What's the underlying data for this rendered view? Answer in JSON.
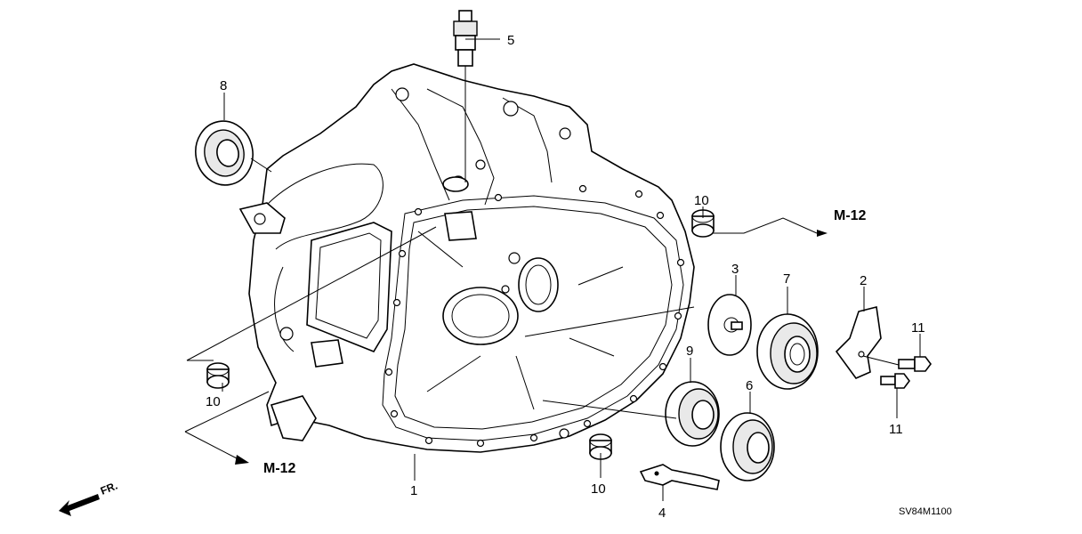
{
  "callouts": {
    "c1": "1",
    "c2": "2",
    "c3": "3",
    "c4": "4",
    "c5": "5",
    "c6": "6",
    "c7": "7",
    "c8": "8",
    "c9": "9",
    "c10a": "10",
    "c10b": "10",
    "c10c": "10",
    "c11a": "11",
    "c11b": "11"
  },
  "references": {
    "m12_right": "M-12",
    "m12_left": "M-12"
  },
  "front_arrow_label": "FR.",
  "diagram_code": "SV84M1100",
  "colors": {
    "line": "#000000",
    "background": "#ffffff",
    "fill": "#e9e9e9"
  }
}
